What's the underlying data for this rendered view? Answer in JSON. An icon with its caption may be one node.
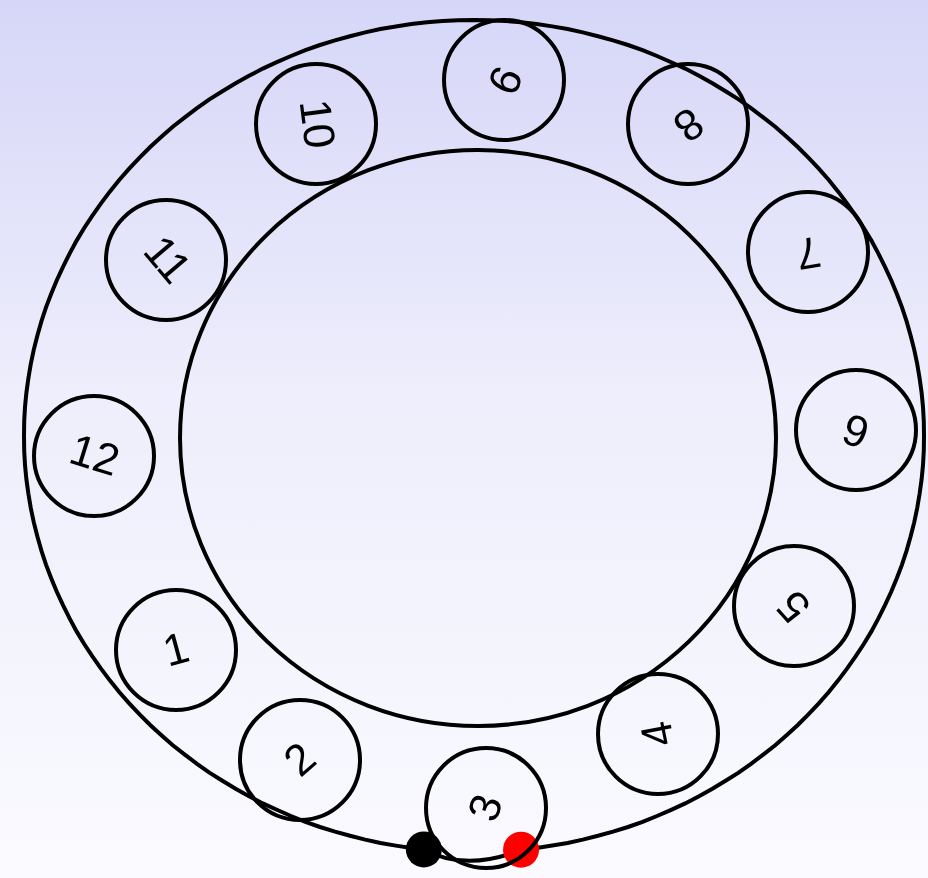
{
  "diagram": {
    "nodes": [
      {
        "text": [
          "1"
        ]
      },
      {
        "text": [
          "2"
        ]
      },
      {
        "text": [
          "3"
        ]
      },
      {
        "text": [
          "4"
        ]
      },
      {
        "text": [
          "5"
        ]
      },
      {
        "text": [
          "6"
        ]
      },
      {
        "text": [
          "7"
        ]
      },
      {
        "text": [
          "8"
        ]
      },
      {
        "text": [
          "9"
        ]
      },
      {
        "text": [
          "10"
        ]
      },
      {
        "text": [
          "11"
        ]
      },
      {
        "text": [
          "12"
        ]
      }
    ]
  }
}
